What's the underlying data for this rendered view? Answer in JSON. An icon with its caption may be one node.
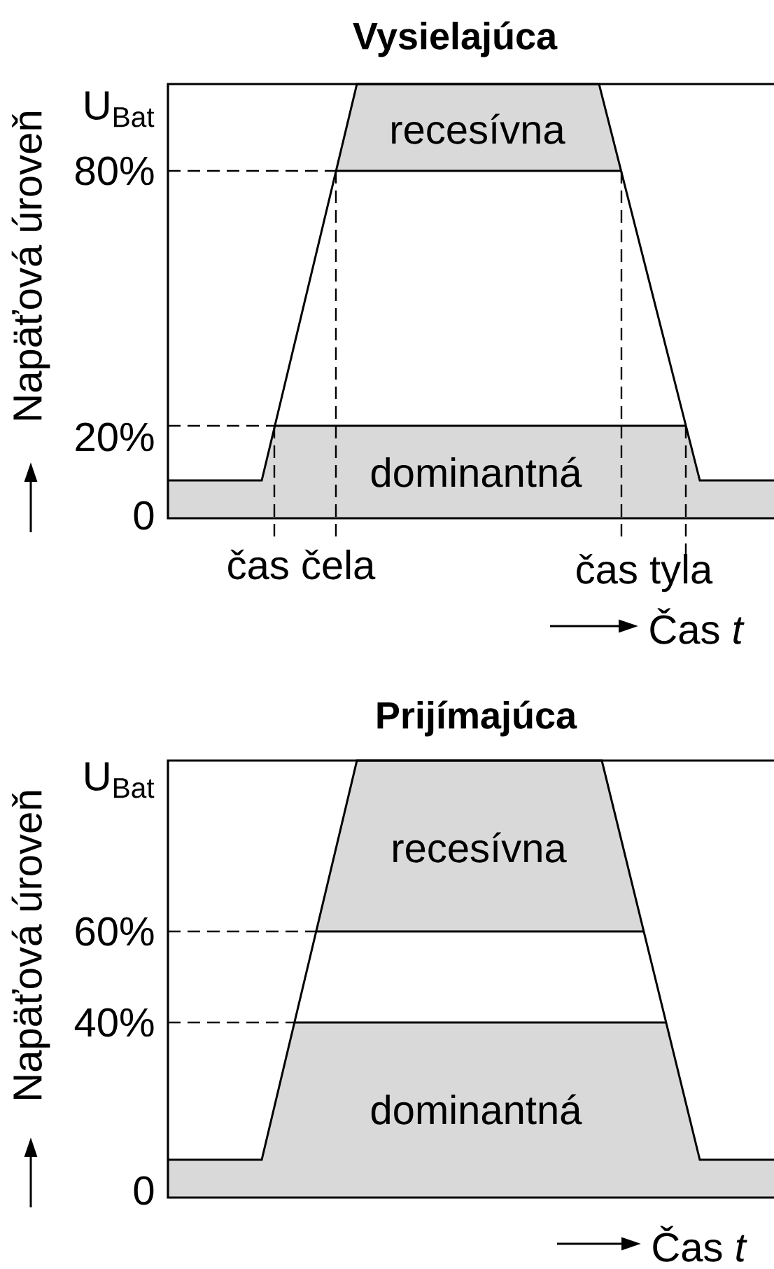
{
  "diagram": {
    "nodes": [
      {
        "text": [
          "recesívna"
        ]
      },
      {
        "text": [
          "dominantná"
        ]
      },
      {
        "text": [
          "recesívna"
        ]
      },
      {
        "text": [
          "dominantná"
        ]
      }
    ],
    "labels": [
      "Vysielajúca",
      "U$_{Bat}$",
      "80%",
      "20%",
      "0",
      "Napäťová úroveň",
      "čas čela",
      "čas tyla",
      "Čas *t*",
      "Prijímajúca",
      "U$_{Bat}$",
      "60%",
      "40%",
      "0",
      "Napäťová úroveň",
      "Čas *t*"
    ]
  }
}
